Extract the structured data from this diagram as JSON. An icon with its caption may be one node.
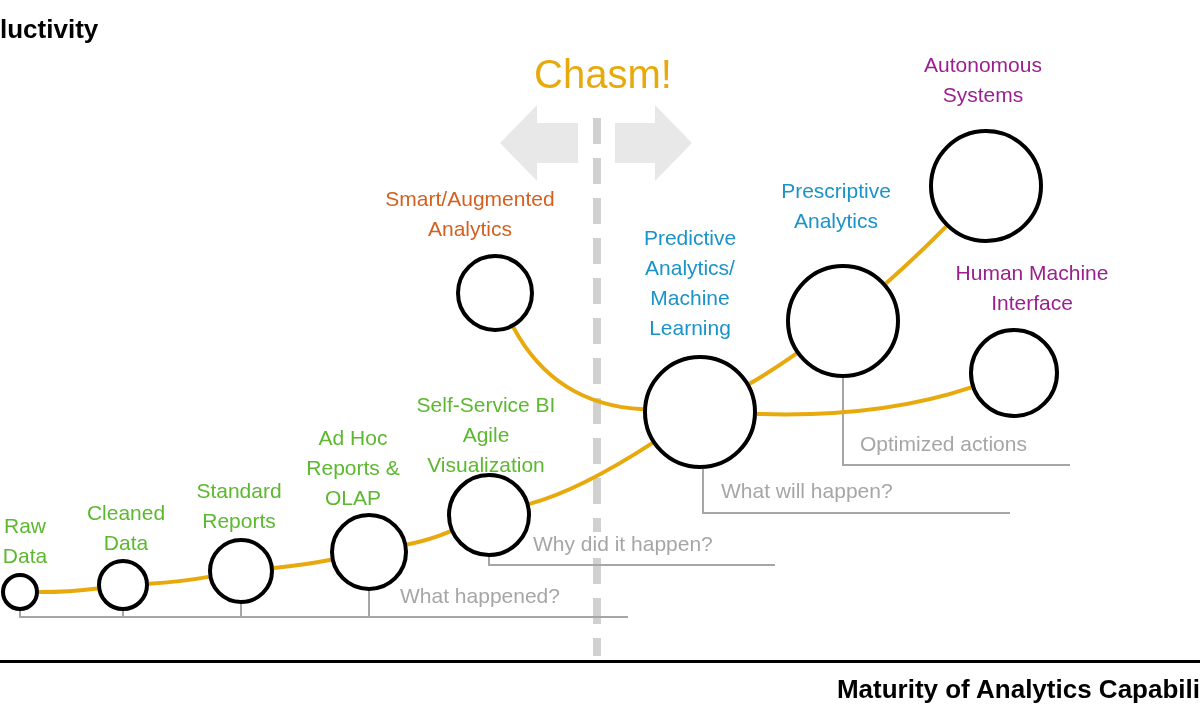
{
  "diagram": {
    "nodes": [
      {
        "text": [
          "Raw Data"
        ]
      },
      {
        "text": [
          "Cleaned Data"
        ]
      },
      {
        "text": [
          "Standard Reports"
        ]
      },
      {
        "text": [
          "Ad Hoc Reports & OLAP"
        ]
      },
      {
        "text": [
          "Self-Service BI Agile Visualization"
        ]
      },
      {
        "text": [
          "Smart/Augmented Analytics"
        ]
      },
      {
        "text": [
          "Predictive Analytics/ Machine Learning"
        ]
      },
      {
        "text": [
          "Prescriptive Analytics"
        ]
      },
      {
        "text": [
          "Autonomous Systems"
        ]
      },
      {
        "text": [
          "Human Machine Interface"
        ]
      }
    ],
    "edges": [
      {
        "from": 0,
        "to": 1,
        "arrow": "none"
      },
      {
        "from": 1,
        "to": 2,
        "arrow": "none"
      },
      {
        "from": 2,
        "to": 3,
        "arrow": "none"
      },
      {
        "from": 3,
        "to": 4,
        "arrow": "none"
      },
      {
        "from": 4,
        "to": 6,
        "arrow": "none"
      },
      {
        "from": 5,
        "to": 6,
        "arrow": "none"
      },
      {
        "from": 6,
        "to": 7,
        "arrow": "none"
      },
      {
        "from": 7,
        "to": 8,
        "arrow": "none"
      },
      {
        "from": 6,
        "to": 9,
        "arrow": "none"
      }
    ],
    "labels": [
      "luctivity",
      "Chasm!",
      "Optimized actions",
      "What will happen?",
      "Why did it happen?",
      "What happened?",
      "Maturity of Analytics Capabili"
    ]
  }
}
